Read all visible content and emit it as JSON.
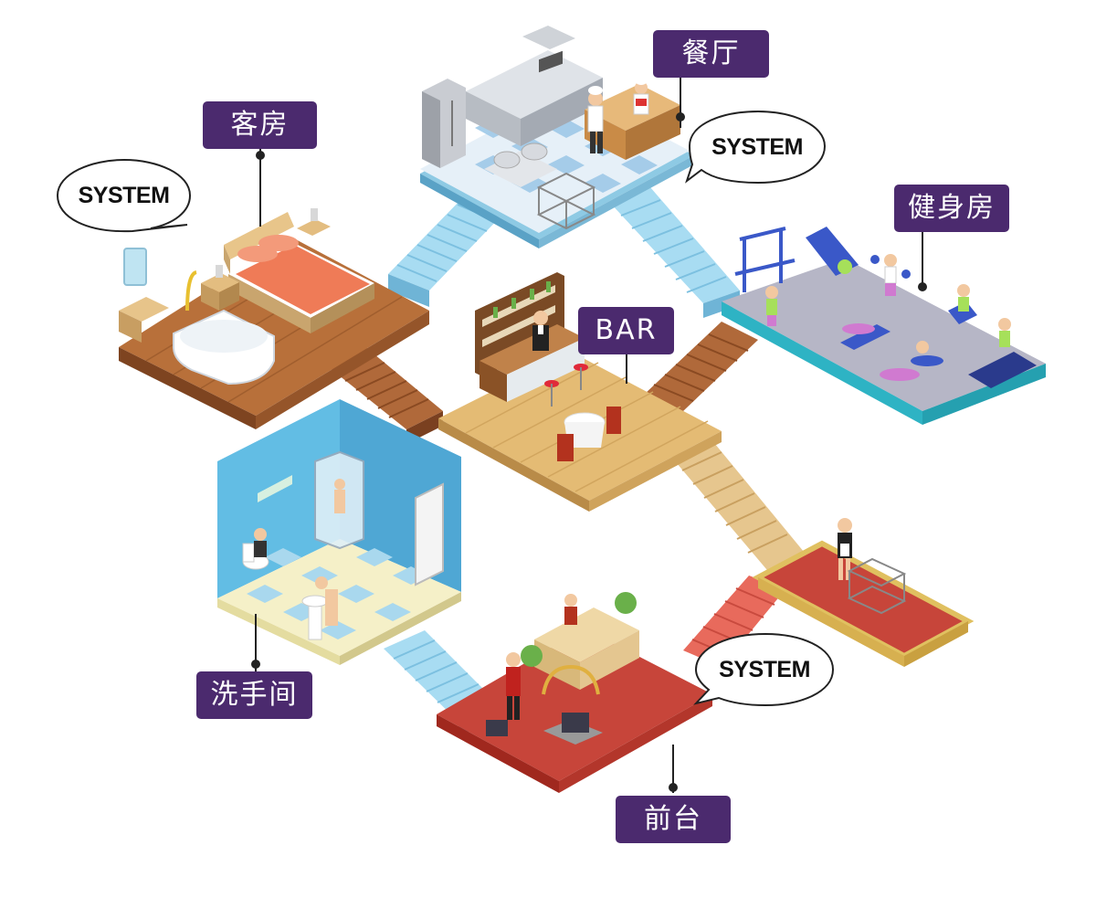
{
  "rooms": {
    "guest_room": "客房",
    "restaurant": "餐厅",
    "gym": "健身房",
    "bar": "BAR",
    "restroom": "洗手间",
    "front_desk": "前台"
  },
  "system_bubbles": [
    "SYSTEM",
    "SYSTEM",
    "SYSTEM"
  ],
  "colors": {
    "label_bg": "#4b2a6e",
    "wood_floor": "#c98a4a",
    "light_wood_floor": "#e0b670",
    "tile_floor": "#dfe9f2",
    "gym_floor": "#b9b8c8",
    "front_desk_floor": "#c7453a",
    "restroom_wall": "#5fb7e0",
    "stairs_blue": "#9fd6ee",
    "stairs_brown": "#9a5a2c"
  }
}
